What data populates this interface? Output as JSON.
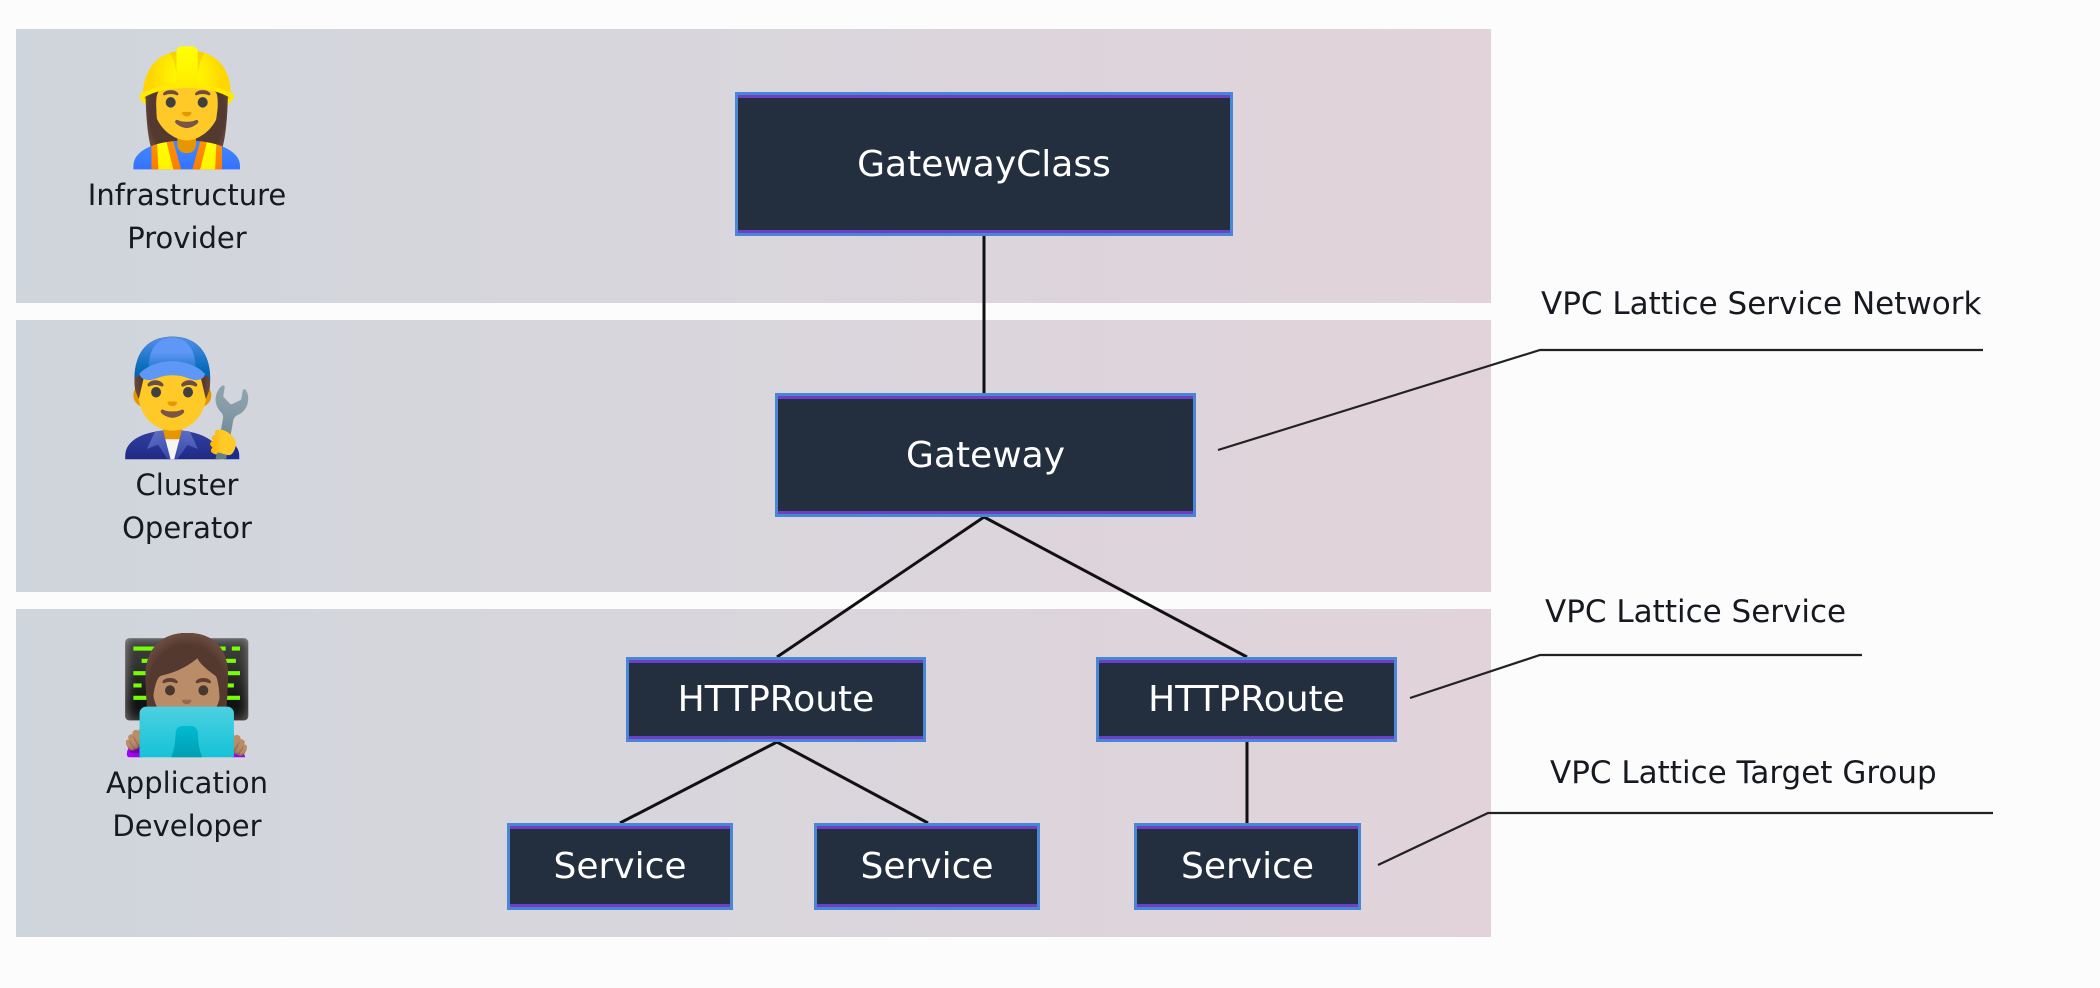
{
  "roles": [
    {
      "label_line1": "Infrastructure",
      "label_line2": "Provider",
      "icon": "construction-worker-woman-icon",
      "emoji": "👷‍♀️"
    },
    {
      "label_line1": "Cluster",
      "label_line2": "Operator",
      "icon": "mechanic-man-icon",
      "emoji": "👨‍🔧"
    },
    {
      "label_line1": "Application",
      "label_line2": "Developer",
      "icon": "technologist-woman-icon",
      "emoji": "👩🏽‍💻"
    }
  ],
  "nodes": {
    "gatewayclass": "GatewayClass",
    "gateway": "Gateway",
    "httproute_1": "HTTPRoute",
    "httproute_2": "HTTPRoute",
    "service_1": "Service",
    "service_2": "Service",
    "service_3": "Service"
  },
  "edges": [
    [
      "gatewayclass",
      "gateway"
    ],
    [
      "gateway",
      "httproute_1"
    ],
    [
      "gateway",
      "httproute_2"
    ],
    [
      "httproute_1",
      "service_1"
    ],
    [
      "httproute_1",
      "service_2"
    ],
    [
      "httproute_2",
      "service_3"
    ]
  ],
  "callouts": {
    "network": {
      "text": "VPC Lattice Service Network",
      "target": "gateway"
    },
    "service": {
      "text": "VPC Lattice Service",
      "target": "httproute_2"
    },
    "targetgroup": {
      "text": "VPC Lattice Target Group",
      "target": "service_3"
    }
  },
  "colors": {
    "node_fill": "#232f3e",
    "node_border": "#4a86d6",
    "node_text": "#ffffff",
    "line": "#111111"
  }
}
